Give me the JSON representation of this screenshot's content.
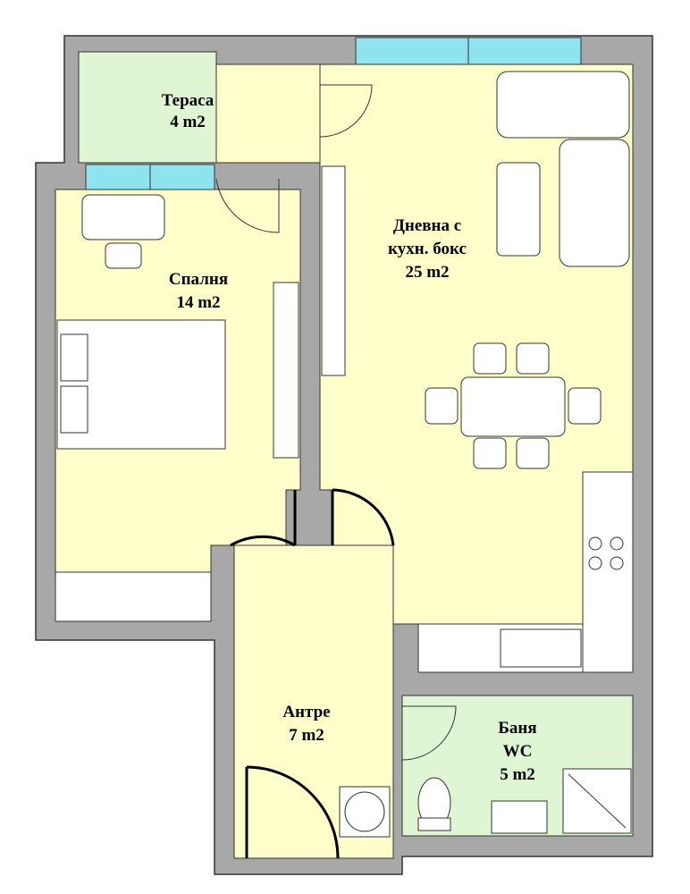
{
  "rooms": {
    "terrace": {
      "name": "Тераса",
      "area": "4 m2"
    },
    "bedroom": {
      "name": "Спалня",
      "area": "14 m2"
    },
    "living": {
      "line1": "Дневна с",
      "line2": "кухн. бокс",
      "area": "25 m2"
    },
    "hall": {
      "name": "Антре",
      "area": "7 m2"
    },
    "bath": {
      "line1": "Баня",
      "line2": "WC",
      "area": "5 m2"
    }
  },
  "colors": {
    "wall": "#a8a8a8",
    "dry_room": "#ffffcc",
    "wet_room": "#dff5d3",
    "window": "#8fe3ee"
  }
}
